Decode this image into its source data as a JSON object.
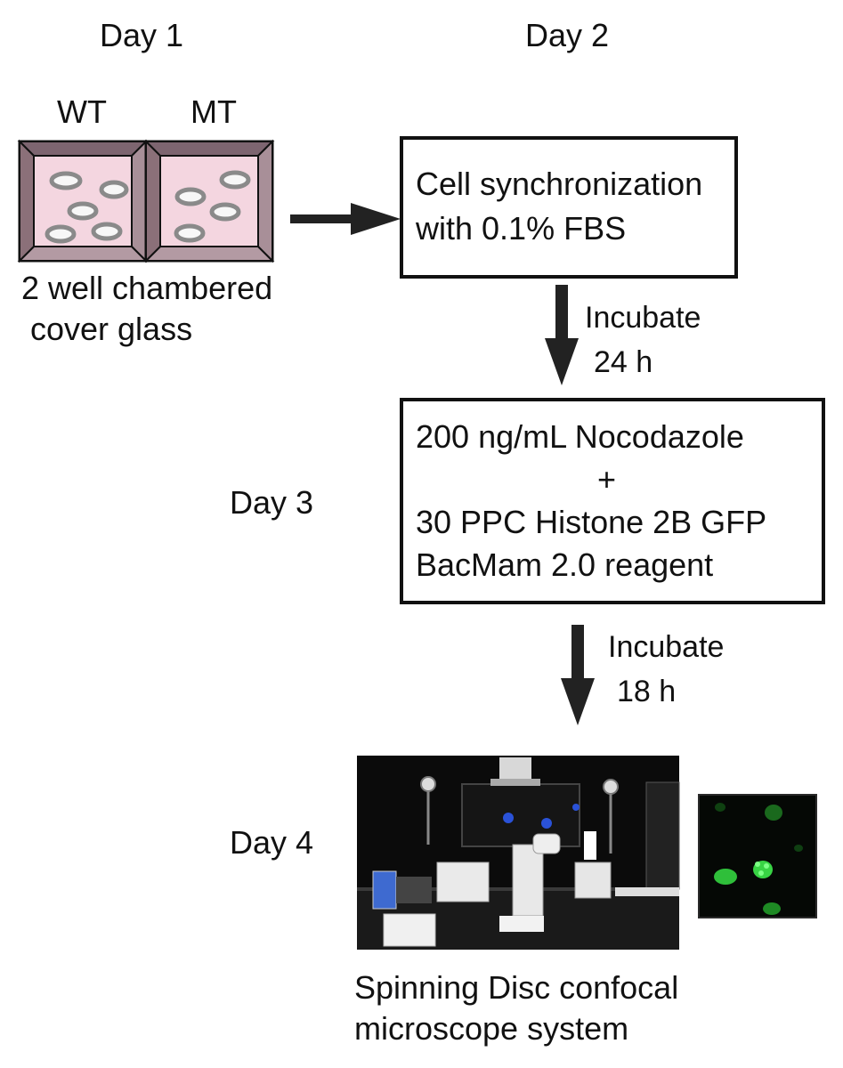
{
  "days": {
    "day1": "Day 1",
    "day2": "Day 2",
    "day3": "Day 3",
    "day4": "Day 4"
  },
  "chamber": {
    "well_left": "WT",
    "well_right": "MT",
    "caption_line1": "2 well chambered",
    "caption_line2": "cover glass"
  },
  "box1": {
    "line1": "Cell synchronization",
    "line2": "with 0.1% FBS"
  },
  "incubate1": {
    "line1": "Incubate",
    "line2": "24 h"
  },
  "box2": {
    "line1": "200 ng/mL Nocodazole",
    "line2": "+",
    "line3": "30 PPC Histone 2B GFP",
    "line4": "BacMam 2.0 reagent"
  },
  "incubate2": {
    "line1": "Incubate",
    "line2": "18 h"
  },
  "microscope": {
    "caption_line1": "Spinning Disc confocal",
    "caption_line2": "microscope system"
  },
  "colors": {
    "well_fill": "#f4d6e0",
    "well_frame": "#9a7f88",
    "cell_ring": "#8a8a8a",
    "arrow": "#222222",
    "fluorescence": "#2fbf3a"
  }
}
